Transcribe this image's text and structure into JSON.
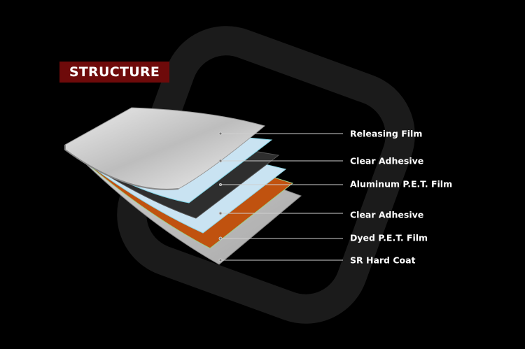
{
  "title": "STRUCTURE",
  "layers": [
    {
      "label": "Releasing Film",
      "color": "#d8d8d8"
    },
    {
      "label": "Clear Adhesive",
      "color": "#c9e3f2"
    },
    {
      "label": "Aluminum P.E.T. Film",
      "color": "#2e2e2e"
    },
    {
      "label": "Clear Adhesive",
      "color": "#c9e3f2"
    },
    {
      "label": "Dyed P.E.T. Film",
      "color": "#c0520f"
    },
    {
      "label": "SR Hard Coat",
      "color": "#c8c8c8"
    }
  ]
}
